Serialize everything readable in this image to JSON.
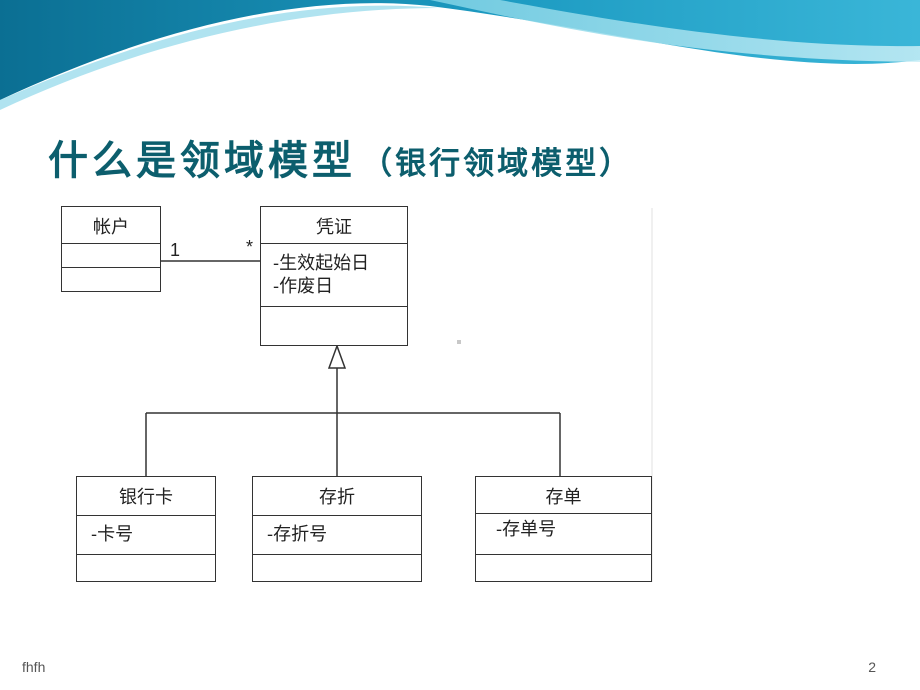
{
  "slide": {
    "title_main": "什么是领域模型",
    "title_paren": "（银行领域模型）",
    "footer_text": "fhfh",
    "page_number": "2",
    "title_color": "#0c5e6d",
    "banner_colors": [
      "#0a7fa6",
      "#5ec7e0",
      "#d6f0f5"
    ]
  },
  "diagram": {
    "account": {
      "name": "帐户"
    },
    "voucher": {
      "name": "凭证",
      "attrs": [
        "-生效起始日",
        "-作废日"
      ]
    },
    "association": {
      "left_multiplicity": "1",
      "right_multiplicity": "*"
    },
    "bank_card": {
      "name": "银行卡",
      "attr": "-卡号"
    },
    "passbook": {
      "name": "存折",
      "attr": "-存折号"
    },
    "deposit_slip": {
      "name": "存单",
      "attr": "-存单号"
    }
  }
}
